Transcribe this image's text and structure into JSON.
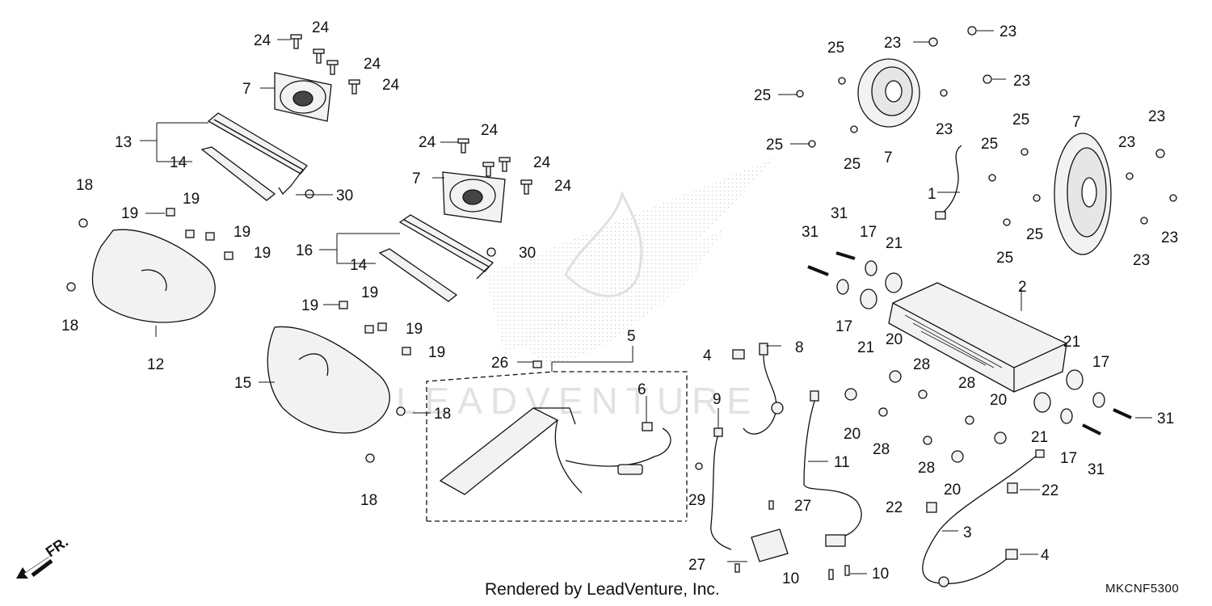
{
  "diagram": {
    "footer_text": "Rendered by LeadVenture, Inc.",
    "diagram_code": "MKCNF5300",
    "front_label": "FR.",
    "watermark_text": "LEADVENTURE",
    "colors": {
      "line": "#111111",
      "fill": "#f2f2f2",
      "watermark": "#d6d6d6"
    },
    "callouts": [
      {
        "id": "c24a",
        "text": "24"
      },
      {
        "id": "c24b",
        "text": "24"
      },
      {
        "id": "c24c",
        "text": "24"
      },
      {
        "id": "c24d",
        "text": "24"
      },
      {
        "id": "c7a",
        "text": "7"
      },
      {
        "id": "c13",
        "text": "13"
      },
      {
        "id": "c14a",
        "text": "14"
      },
      {
        "id": "c30a",
        "text": "30"
      },
      {
        "id": "c18a",
        "text": "18"
      },
      {
        "id": "c19a",
        "text": "19"
      },
      {
        "id": "c19b",
        "text": "19"
      },
      {
        "id": "c19c",
        "text": "19"
      },
      {
        "id": "c19d",
        "text": "19"
      },
      {
        "id": "c18b",
        "text": "18"
      },
      {
        "id": "c12",
        "text": "12"
      },
      {
        "id": "c24e",
        "text": "24"
      },
      {
        "id": "c24f",
        "text": "24"
      },
      {
        "id": "c24g",
        "text": "24"
      },
      {
        "id": "c24h",
        "text": "24"
      },
      {
        "id": "c7b",
        "text": "7"
      },
      {
        "id": "c16",
        "text": "16"
      },
      {
        "id": "c14b",
        "text": "14"
      },
      {
        "id": "c30b",
        "text": "30"
      },
      {
        "id": "c19e",
        "text": "19"
      },
      {
        "id": "c19f",
        "text": "19"
      },
      {
        "id": "c19g",
        "text": "19"
      },
      {
        "id": "c19h",
        "text": "19"
      },
      {
        "id": "c15",
        "text": "15"
      },
      {
        "id": "c18c",
        "text": "18"
      },
      {
        "id": "c18d",
        "text": "18"
      },
      {
        "id": "c26",
        "text": "26"
      },
      {
        "id": "c5",
        "text": "5"
      },
      {
        "id": "c6",
        "text": "6"
      },
      {
        "id": "c29",
        "text": "29"
      },
      {
        "id": "c4a",
        "text": "4"
      },
      {
        "id": "c8",
        "text": "8"
      },
      {
        "id": "c9",
        "text": "9"
      },
      {
        "id": "c11",
        "text": "11"
      },
      {
        "id": "c27a",
        "text": "27"
      },
      {
        "id": "c27b",
        "text": "27"
      },
      {
        "id": "c10a",
        "text": "10"
      },
      {
        "id": "c10b",
        "text": "10"
      },
      {
        "id": "c25a",
        "text": "25"
      },
      {
        "id": "c25b",
        "text": "25"
      },
      {
        "id": "c25c",
        "text": "25"
      },
      {
        "id": "c25d",
        "text": "25"
      },
      {
        "id": "c23a",
        "text": "23"
      },
      {
        "id": "c23b",
        "text": "23"
      },
      {
        "id": "c23c",
        "text": "23"
      },
      {
        "id": "c23d",
        "text": "23"
      },
      {
        "id": "c7c",
        "text": "7"
      },
      {
        "id": "c1",
        "text": "1"
      },
      {
        "id": "c25e",
        "text": "25"
      },
      {
        "id": "c25f",
        "text": "25"
      },
      {
        "id": "c25g",
        "text": "25"
      },
      {
        "id": "c25h",
        "text": "25"
      },
      {
        "id": "c7d",
        "text": "7"
      },
      {
        "id": "c23e",
        "text": "23"
      },
      {
        "id": "c23f",
        "text": "23"
      },
      {
        "id": "c23g",
        "text": "23"
      },
      {
        "id": "c23h",
        "text": "23"
      },
      {
        "id": "c31a",
        "text": "31"
      },
      {
        "id": "c31b",
        "text": "31"
      },
      {
        "id": "c17a",
        "text": "17"
      },
      {
        "id": "c21a",
        "text": "21"
      },
      {
        "id": "c17b",
        "text": "17"
      },
      {
        "id": "c21b",
        "text": "21"
      },
      {
        "id": "c2",
        "text": "2"
      },
      {
        "id": "c20a",
        "text": "20"
      },
      {
        "id": "c28a",
        "text": "28"
      },
      {
        "id": "c28b",
        "text": "28"
      },
      {
        "id": "c21c",
        "text": "21"
      },
      {
        "id": "c17c",
        "text": "17"
      },
      {
        "id": "c20b",
        "text": "20"
      },
      {
        "id": "c28c",
        "text": "28"
      },
      {
        "id": "c28d",
        "text": "28"
      },
      {
        "id": "c20c",
        "text": "20"
      },
      {
        "id": "c20d",
        "text": "20"
      },
      {
        "id": "c21d",
        "text": "21"
      },
      {
        "id": "c17d",
        "text": "17"
      },
      {
        "id": "c31c",
        "text": "31"
      },
      {
        "id": "c31d",
        "text": "31"
      },
      {
        "id": "c22a",
        "text": "22"
      },
      {
        "id": "c22b",
        "text": "22"
      },
      {
        "id": "c3",
        "text": "3"
      },
      {
        "id": "c4b",
        "text": "4"
      }
    ]
  }
}
